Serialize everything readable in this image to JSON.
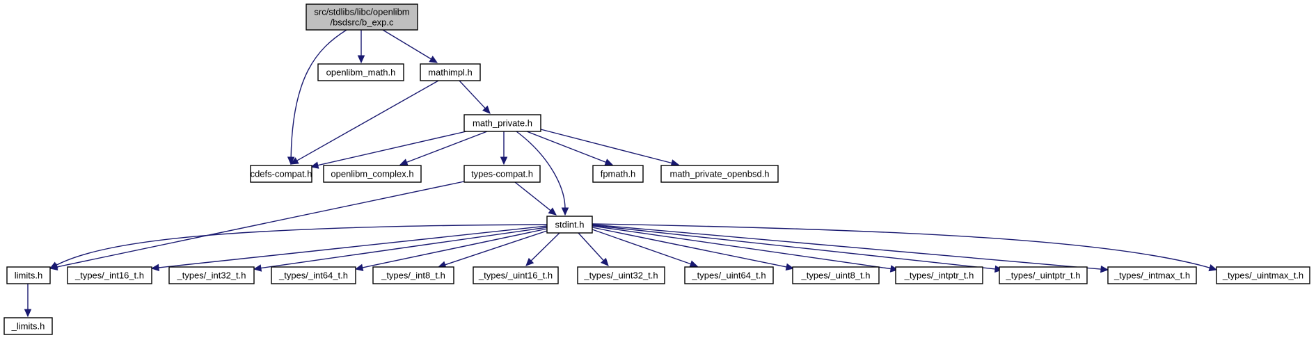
{
  "diagram": {
    "type": "include-dependency-graph",
    "colors": {
      "edge": "#191970",
      "root_fill": "#bfbfbf",
      "node_fill": "#ffffff",
      "node_border": "#000000"
    },
    "nodes": [
      {
        "id": "root",
        "label_lines": [
          "src/stdlibs/libc/openlibm",
          "/bsdsrc/b_exp.c"
        ],
        "is_root": true
      },
      {
        "id": "openlibm_math",
        "label_lines": [
          "openlibm_math.h"
        ]
      },
      {
        "id": "mathimpl",
        "label_lines": [
          "mathimpl.h"
        ]
      },
      {
        "id": "math_private",
        "label_lines": [
          "math_private.h"
        ]
      },
      {
        "id": "cdefs_compat",
        "label_lines": [
          "cdefs-compat.h"
        ]
      },
      {
        "id": "openlibm_complex",
        "label_lines": [
          "openlibm_complex.h"
        ]
      },
      {
        "id": "types_compat",
        "label_lines": [
          "types-compat.h"
        ]
      },
      {
        "id": "fpmath",
        "label_lines": [
          "fpmath.h"
        ]
      },
      {
        "id": "math_private_openbsd",
        "label_lines": [
          "math_private_openbsd.h"
        ]
      },
      {
        "id": "stdint",
        "label_lines": [
          "stdint.h"
        ]
      },
      {
        "id": "limits",
        "label_lines": [
          "limits.h"
        ]
      },
      {
        "id": "int16",
        "label_lines": [
          "_types/_int16_t.h"
        ]
      },
      {
        "id": "int32",
        "label_lines": [
          "_types/_int32_t.h"
        ]
      },
      {
        "id": "int64",
        "label_lines": [
          "_types/_int64_t.h"
        ]
      },
      {
        "id": "int8",
        "label_lines": [
          "_types/_int8_t.h"
        ]
      },
      {
        "id": "uint16",
        "label_lines": [
          "_types/_uint16_t.h"
        ]
      },
      {
        "id": "uint32",
        "label_lines": [
          "_types/_uint32_t.h"
        ]
      },
      {
        "id": "uint64",
        "label_lines": [
          "_types/_uint64_t.h"
        ]
      },
      {
        "id": "uint8",
        "label_lines": [
          "_types/_uint8_t.h"
        ]
      },
      {
        "id": "intptr",
        "label_lines": [
          "_types/_intptr_t.h"
        ]
      },
      {
        "id": "uintptr",
        "label_lines": [
          "_types/_uintptr_t.h"
        ]
      },
      {
        "id": "intmax",
        "label_lines": [
          "_types/_intmax_t.h"
        ]
      },
      {
        "id": "uintmax",
        "label_lines": [
          "_types/_uintmax_t.h"
        ]
      },
      {
        "id": "_limits",
        "label_lines": [
          "_limits.h"
        ]
      }
    ],
    "edges": [
      {
        "from": "root",
        "to": "cdefs_compat"
      },
      {
        "from": "root",
        "to": "openlibm_math"
      },
      {
        "from": "root",
        "to": "mathimpl"
      },
      {
        "from": "mathimpl",
        "to": "cdefs_compat"
      },
      {
        "from": "mathimpl",
        "to": "math_private"
      },
      {
        "from": "math_private",
        "to": "cdefs_compat"
      },
      {
        "from": "math_private",
        "to": "openlibm_complex"
      },
      {
        "from": "math_private",
        "to": "types_compat"
      },
      {
        "from": "math_private",
        "to": "stdint"
      },
      {
        "from": "math_private",
        "to": "fpmath"
      },
      {
        "from": "math_private",
        "to": "math_private_openbsd"
      },
      {
        "from": "types_compat",
        "to": "limits"
      },
      {
        "from": "types_compat",
        "to": "stdint"
      },
      {
        "from": "stdint",
        "to": "limits"
      },
      {
        "from": "stdint",
        "to": "int16"
      },
      {
        "from": "stdint",
        "to": "int32"
      },
      {
        "from": "stdint",
        "to": "int64"
      },
      {
        "from": "stdint",
        "to": "int8"
      },
      {
        "from": "stdint",
        "to": "uint16"
      },
      {
        "from": "stdint",
        "to": "uint32"
      },
      {
        "from": "stdint",
        "to": "uint64"
      },
      {
        "from": "stdint",
        "to": "uint8"
      },
      {
        "from": "stdint",
        "to": "intptr"
      },
      {
        "from": "stdint",
        "to": "uintptr"
      },
      {
        "from": "stdint",
        "to": "intmax"
      },
      {
        "from": "stdint",
        "to": "uintmax"
      },
      {
        "from": "limits",
        "to": "_limits"
      }
    ]
  }
}
